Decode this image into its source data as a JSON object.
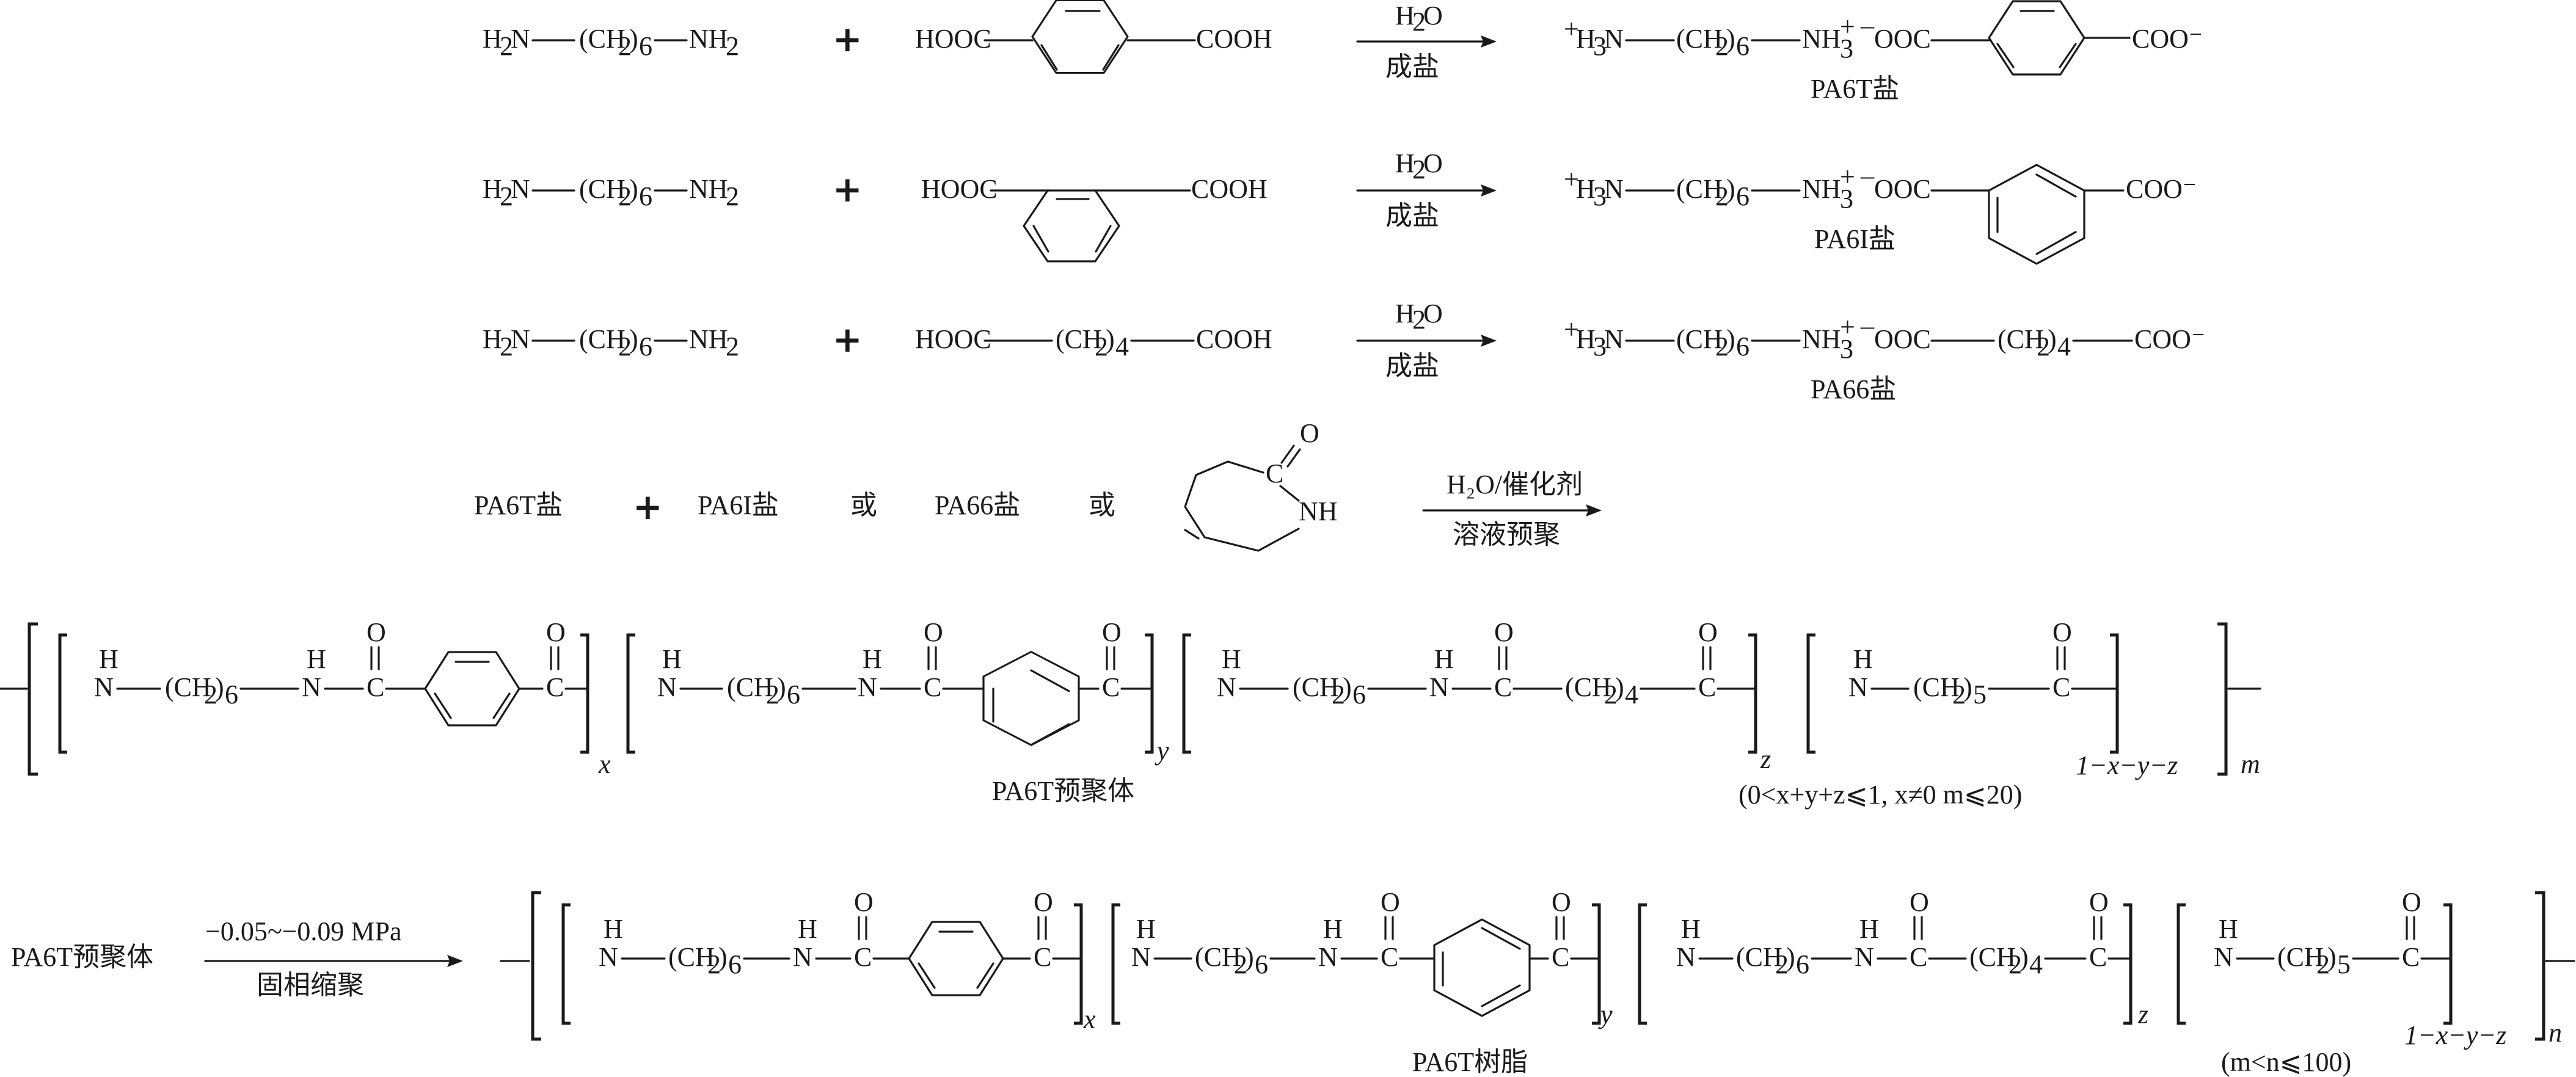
{
  "scheme": {
    "plus": "+",
    "reagents": {
      "diamine_H": "H",
      "diamine_2": "2",
      "diamine_N": "N",
      "diamine_CH": "(CH",
      "diamine_6": "6",
      "diamine_paren": ")",
      "diamine_NH": "NH",
      "diamine_nh2": "2",
      "cooh_left": "HOOC",
      "cooh_right": "COOH",
      "ch2_4": "(CH",
      "ch2_4_sub": "2",
      "ch2_4_close": ")",
      "ch2_4_n": "4"
    },
    "conditions": {
      "water_H": "H",
      "water_2": "2",
      "water_O": "O",
      "salt_forming": "成盐",
      "prepoly_top": "H₂O/催化剂",
      "prepoly_bottom": "溶液预聚",
      "ssp_top": "−0.05~−0.09 MPa",
      "ssp_bottom": "固相缩聚"
    },
    "products": {
      "ammonium_plus": "+",
      "ammonium_H": "H",
      "ammonium_3": "3",
      "ammonium_N": "N",
      "nh3_plus": "NH",
      "nh3_sup": "+",
      "nh3_sub": "3",
      "carboxylate_left": "¯OOC",
      "carboxylate_right": "COO⁻",
      "pa6t_salt": "PA6T盐",
      "pa6i_salt": "PA6I盐",
      "pa66_salt": "PA66盐"
    },
    "row4": {
      "pa6t_salt": "PA6T盐",
      "pa6i_salt": "PA6I盐",
      "pa66_salt": "PA66盐",
      "or1": "或",
      "or2": "或",
      "caprolactam_O": "O",
      "caprolactam_C": "C",
      "caprolactam_NH": "NH"
    },
    "polymer": {
      "H": "H",
      "N": "N",
      "C": "C",
      "O": "O",
      "ch2_6": "(CH",
      "sub2": "2",
      "close": ")",
      "sub6": "6",
      "sub4": "4",
      "sub5": "5",
      "x": "x",
      "y": "y",
      "z": "z",
      "rest": "1−x−y−z",
      "m": "m",
      "n": "n",
      "prepolymer_label": "PA6T预聚体",
      "resin_label": "PA6T树脂",
      "prepolymer_condition": "(0<x+y+z⩽1, x≠0 m⩽20)",
      "resin_condition": "(m<n⩽100)"
    },
    "row6": {
      "prepolymer": "PA6T预聚体"
    }
  }
}
